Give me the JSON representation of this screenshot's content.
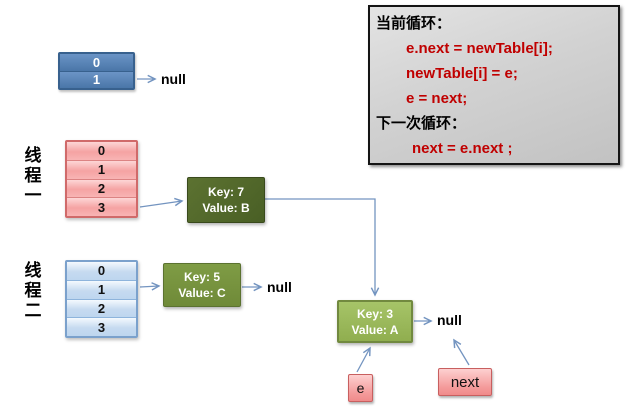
{
  "colors": {
    "code_red": "#c00000",
    "arrow_blue": "#7394c0",
    "steel_blue_table": "#4f81bd",
    "pink_table": "#f5a3a3",
    "light_blue_table": "#c6daf0",
    "dark_olive_node": "#495f25",
    "olive_node": "#76923c",
    "light_green_node": "#9bbb59"
  },
  "code_box": {
    "current_loop_label": "当前循环：",
    "line1": "e.next = newTable[i];",
    "line2": "newTable[i] = e;",
    "line3": "e = next;",
    "next_loop_label": "下一次循环：",
    "line4": "next = e.next ;"
  },
  "top_table": {
    "cells": [
      "0",
      "1"
    ],
    "null_label": "null"
  },
  "thread1": {
    "label": "线程一",
    "cells": [
      "0",
      "1",
      "2",
      "3"
    ]
  },
  "thread2": {
    "label": "线程二",
    "cells": [
      "0",
      "1",
      "2",
      "3"
    ]
  },
  "nodes": {
    "key7": {
      "key": "Key: 7",
      "value": "Value: B"
    },
    "key5": {
      "key": "Key: 5",
      "value": "Value: C"
    },
    "key3": {
      "key": "Key: 3",
      "value": "Value: A"
    },
    "key5_null": "null",
    "key3_null": "null"
  },
  "pointers": {
    "e": "e",
    "next": "next"
  }
}
